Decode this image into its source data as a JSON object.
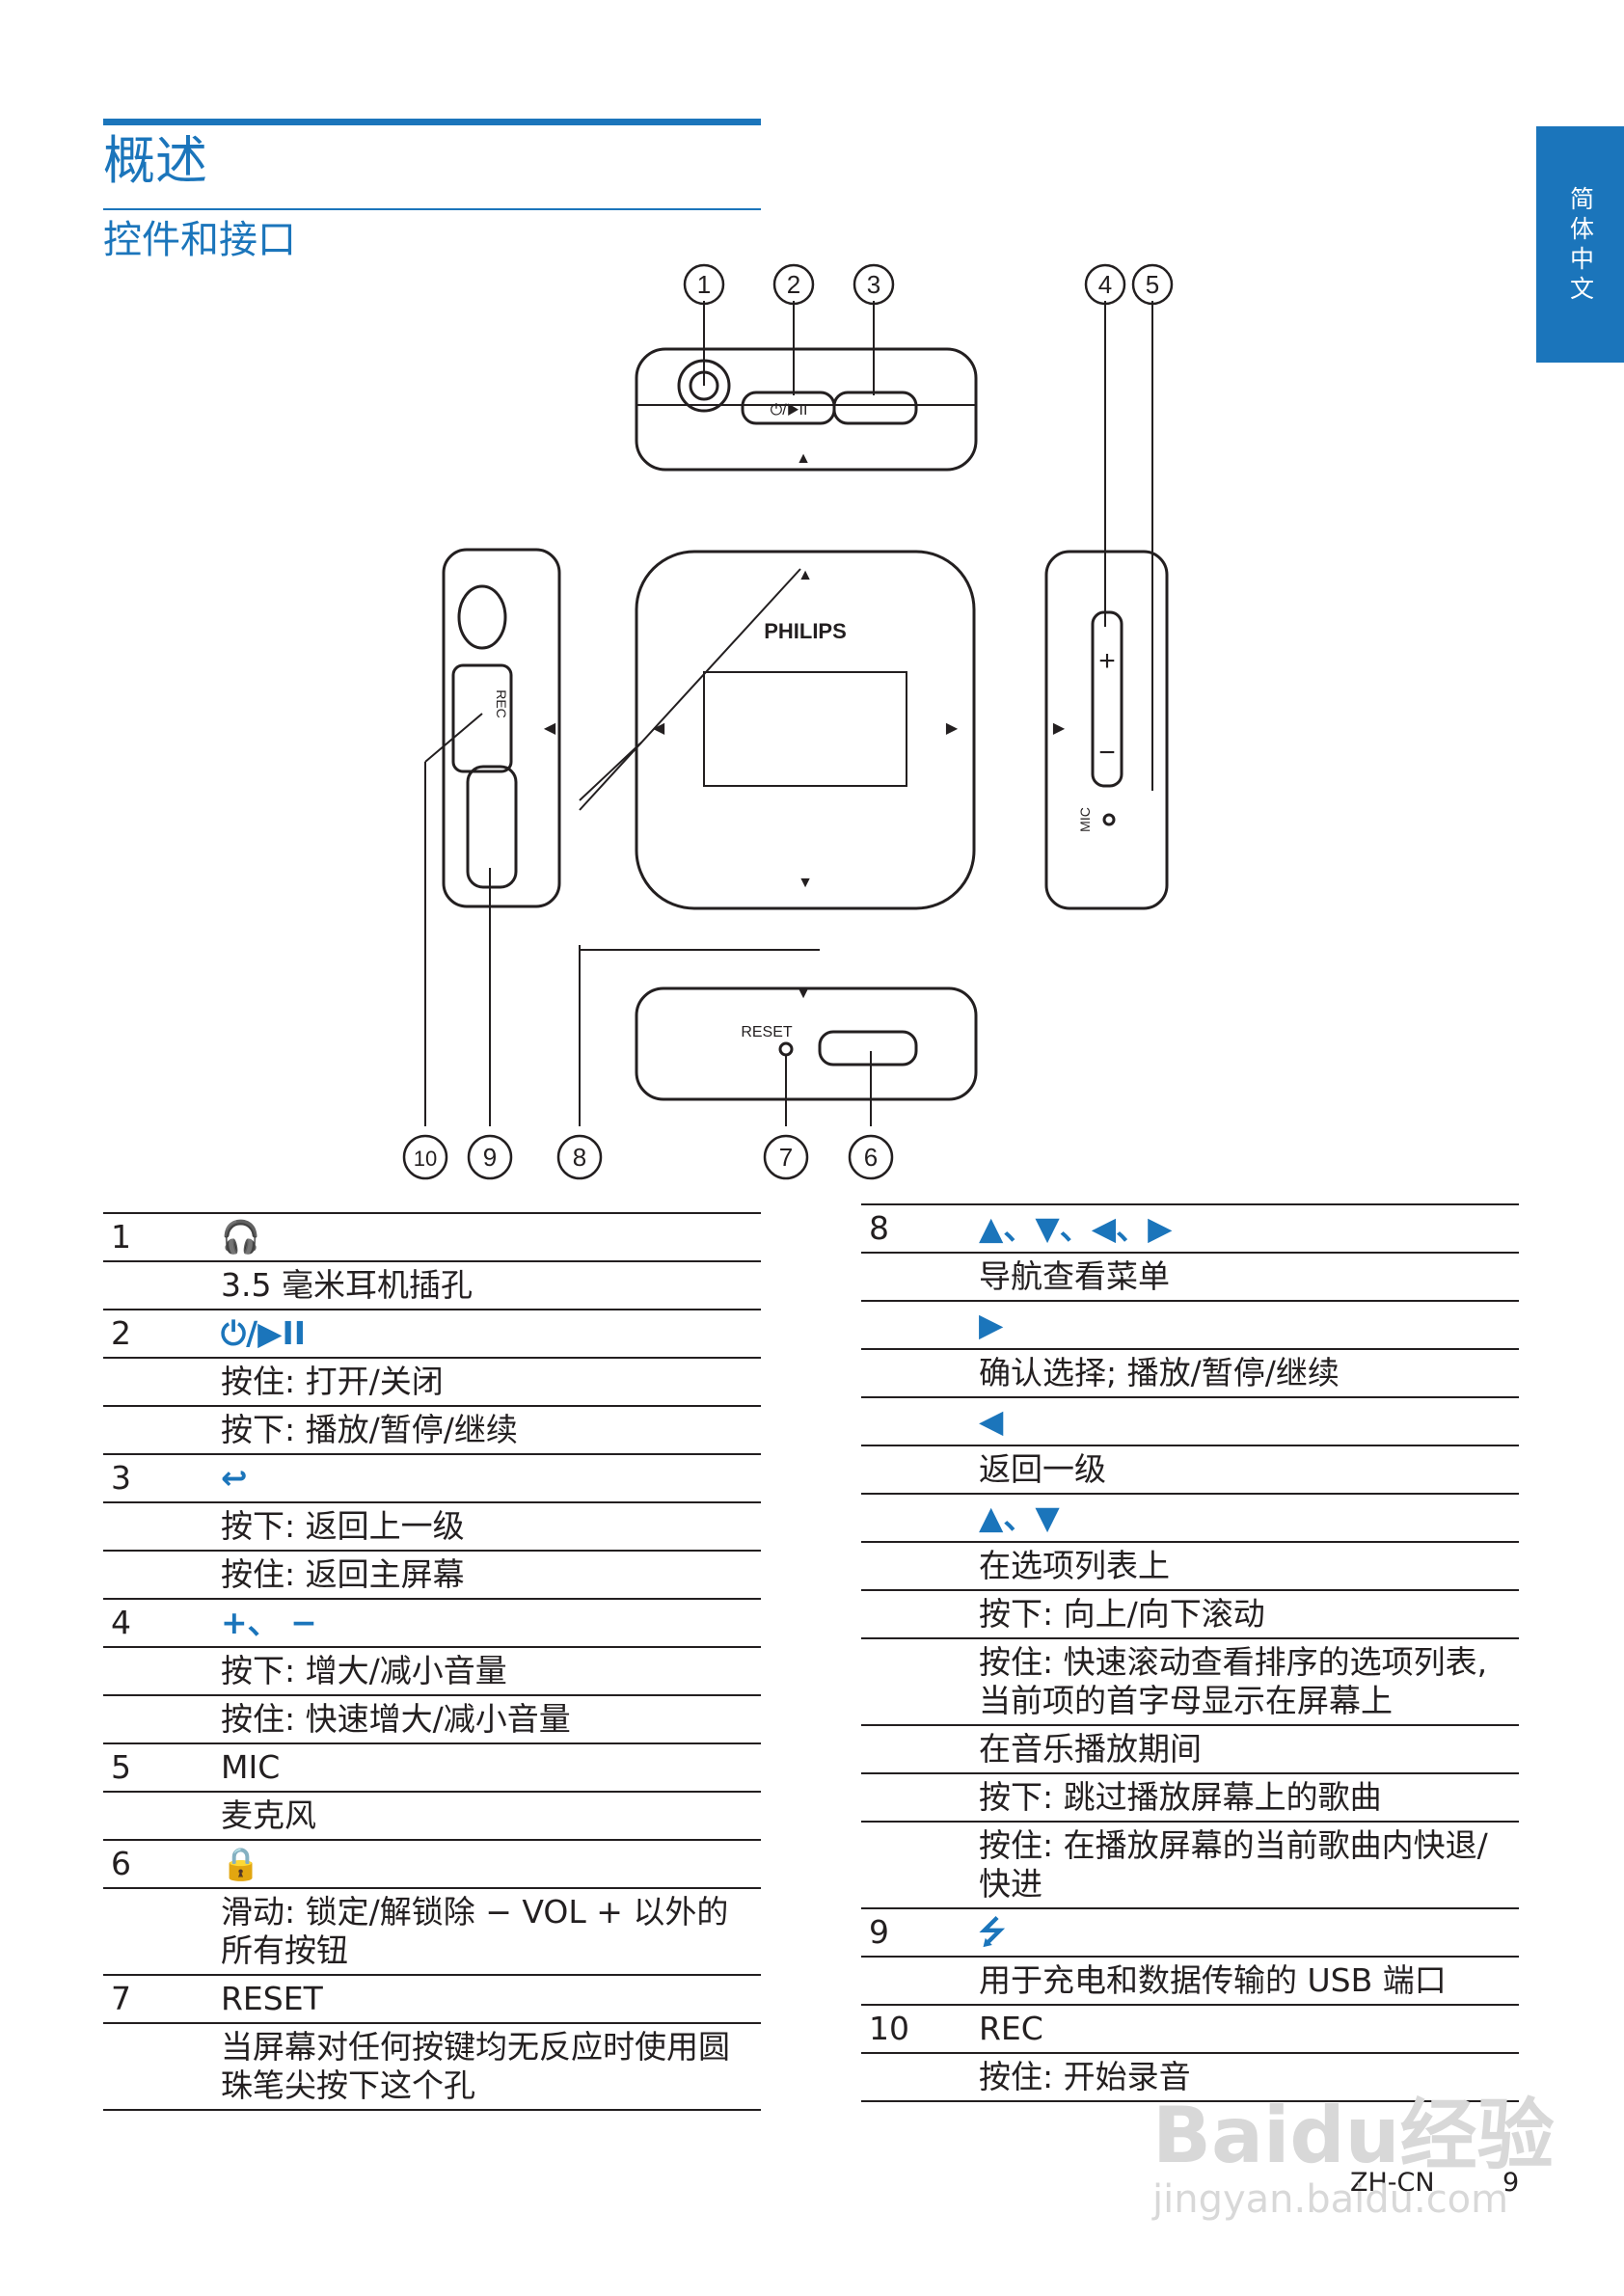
{
  "page": {
    "title": "概述",
    "subtitle": "控件和接口",
    "side_tab": "简体中文",
    "footer_lang": "ZH-CN",
    "page_number": "9",
    "watermark_brand": "Baidu经验",
    "watermark_url": "jingyan.baidu.com"
  },
  "diagram": {
    "callouts": [
      "1",
      "2",
      "3",
      "4",
      "5",
      "10",
      "9",
      "8",
      "7",
      "6"
    ],
    "brand": "PHILIPS",
    "reset_label": "RESET",
    "rec_label": "REC",
    "mic_label": "MIC",
    "play_label": "⏻/▶II"
  },
  "left_table": [
    {
      "num": "1",
      "text": "🎧",
      "type": "sym"
    },
    {
      "num": "",
      "text": "3.5 毫米耳机插孔"
    },
    {
      "num": "2",
      "text": "⏻/▶II",
      "type": "sym"
    },
    {
      "num": "",
      "text": "按住: 打开/关闭"
    },
    {
      "num": "",
      "text": "按下: 播放/暂停/继续"
    },
    {
      "num": "3",
      "text": "↩",
      "type": "sym"
    },
    {
      "num": "",
      "text": "按下: 返回上一级"
    },
    {
      "num": "",
      "text": "按住: 返回主屏幕"
    },
    {
      "num": "4",
      "text": "+、 −",
      "type": "sym"
    },
    {
      "num": "",
      "text": "按下: 增大/减小音量"
    },
    {
      "num": "",
      "text": "按住: 快速增大/减小音量"
    },
    {
      "num": "5",
      "text": "MIC"
    },
    {
      "num": "",
      "text": "麦克风"
    },
    {
      "num": "6",
      "text": "🔒",
      "type": "sym"
    },
    {
      "num": "",
      "text": "滑动: 锁定/解锁除 − VOL + 以外的所有按钮"
    },
    {
      "num": "7",
      "text": "RESET"
    },
    {
      "num": "",
      "text": "当屏幕对任何按键均无反应时使用圆珠笔尖按下这个孔"
    }
  ],
  "right_table": [
    {
      "num": "8",
      "text": "▲、▼、◀、▶",
      "type": "sym"
    },
    {
      "num": "",
      "text": "导航查看菜单"
    },
    {
      "num": "",
      "text": "▶",
      "type": "sym"
    },
    {
      "num": "",
      "text": "确认选择; 播放/暂停/继续"
    },
    {
      "num": "",
      "text": "◀",
      "type": "sym"
    },
    {
      "num": "",
      "text": " 返回一级"
    },
    {
      "num": "",
      "text": "▲、▼",
      "type": "sym"
    },
    {
      "num": "",
      "text": "在选项列表上"
    },
    {
      "num": "",
      "text": "按下: 向上/向下滚动"
    },
    {
      "num": "",
      "text": "按住: 快速滚动查看排序的选项列表, 当前项的首字母显示在屏幕上"
    },
    {
      "num": "",
      "text": "在音乐播放期间"
    },
    {
      "num": "",
      "text": "按下: 跳过播放屏幕上的歌曲"
    },
    {
      "num": "",
      "text": "按住: 在播放屏幕的当前歌曲内快退/快进"
    },
    {
      "num": "9",
      "text": "⭍",
      "type": "sym"
    },
    {
      "num": "",
      "text": "用于充电和数据传输的 USB 端口"
    },
    {
      "num": "10",
      "text": "REC"
    },
    {
      "num": "",
      "text": "按住: 开始录音"
    }
  ]
}
